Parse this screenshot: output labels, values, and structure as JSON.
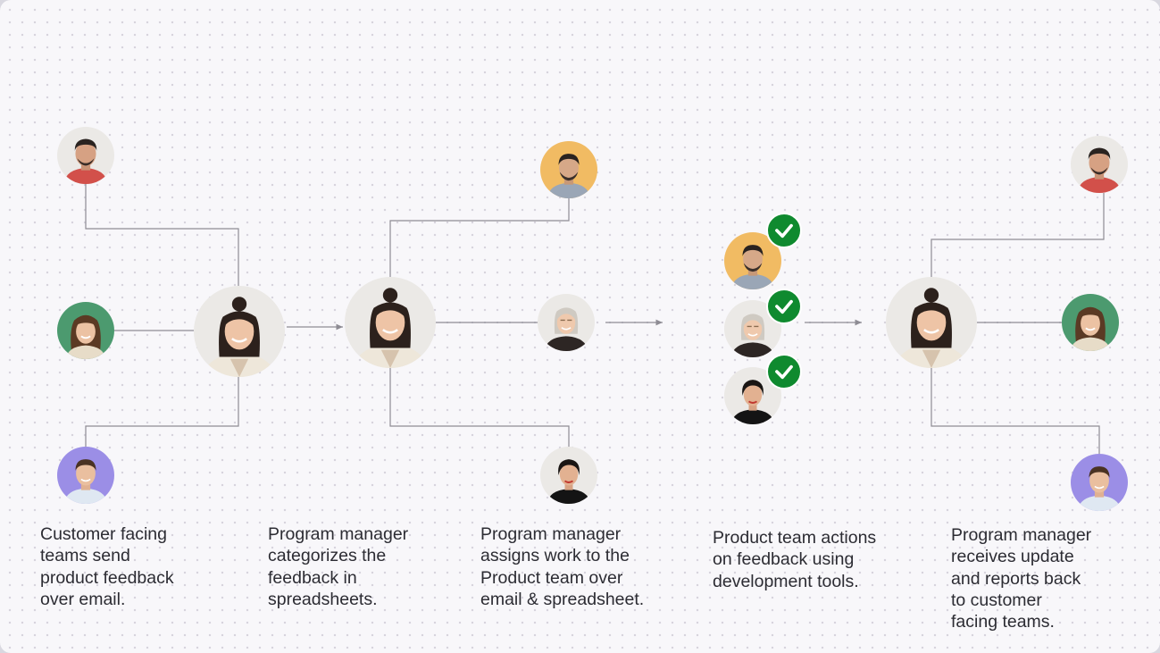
{
  "colors": {
    "line": "#8e8c94",
    "check": "#0f8a2f",
    "bg_neutral": "#ebe9e6",
    "bg_green": "#4c9a6f",
    "bg_purple": "#9b8ee6",
    "bg_orange": "#f1bb63"
  },
  "avatars": {
    "man_red_shirt": "man-red-shirt-avatar",
    "woman_green_bg": "woman-bangs-avatar",
    "man_purple_bg": "man-blue-shirt-avatar",
    "program_manager": "program-manager-avatar",
    "man_orange_bg": "man-beard-avatar",
    "woman_gray_hair": "woman-gray-hair-avatar",
    "woman_black_top": "woman-short-hair-avatar"
  },
  "icons": {
    "check": "check-circle-icon",
    "arrow": "arrow-right-icon"
  },
  "steps": [
    {
      "caption": "Customer facing\nteams send\nproduct feedback\nover email."
    },
    {
      "caption": "Program manager\ncategorizes the\nfeedback in\nspreadsheets."
    },
    {
      "caption": "Program manager\nassigns work to the\nProduct team over\nemail & spreadsheet."
    },
    {
      "caption": "Product team actions\non feedback using\ndevelopment tools."
    },
    {
      "caption": "Program manager\nreceives update\nand reports back\nto customer\nfacing teams."
    }
  ]
}
